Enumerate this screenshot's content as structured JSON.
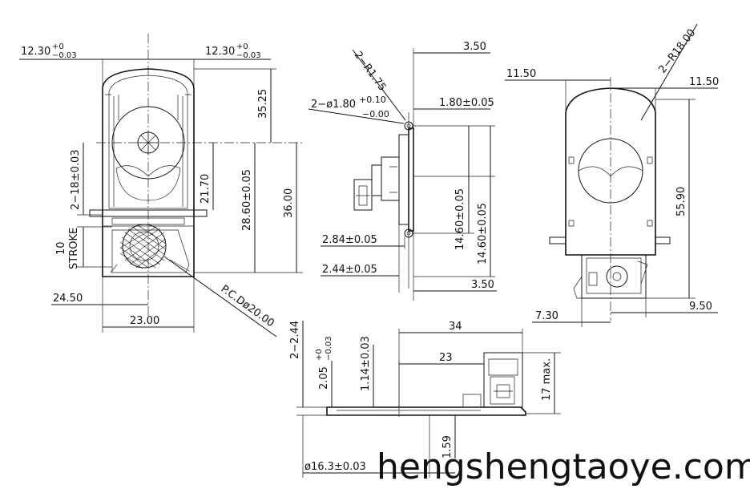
{
  "views": {
    "front": {
      "dims": {
        "top_left": "12.30",
        "top_left_tol_upper": "+0",
        "top_left_tol_lower": "−0.03",
        "top_right": "12.30",
        "top_right_tol_upper": "+0",
        "top_right_tol_lower": "−0.03",
        "h_35_25": "35.25",
        "holes_2_18": "2−18±0.03",
        "h_21_70": "21.70",
        "h_28_60": "28.60±0.05",
        "h_36_00": "36.00",
        "stroke_value": "10",
        "stroke_label": "STROKE",
        "w_24_50": "24.50",
        "w_23_00": "23.00",
        "pcd": "P.C.Dø20.00"
      }
    },
    "side": {
      "dims": {
        "radius_2_r1_75": "2−R1.75",
        "top_3_50": "3.50",
        "hole_2_dia": "2−ø1.80",
        "hole_tol_upper": "+0.10",
        "hole_tol_lower": "−0.00",
        "d_1_80": "1.80±0.05",
        "d_14_60_a": "14.60±0.05",
        "d_14_60_b": "14.60±0.05",
        "d_2_84": "2.84±0.05",
        "d_2_44": "2.44±0.05",
        "bottom_3_50": "3.50"
      }
    },
    "rear": {
      "dims": {
        "radius_2_r18": "2−R18.00",
        "left_11_50": "11.50",
        "right_11_50": "11.50",
        "h_55_90": "55.90",
        "left_7_30": "7.30",
        "right_9_50": "9.50"
      }
    },
    "bottom": {
      "dims": {
        "w_34": "34",
        "w_23": "23",
        "h_2_2_44": "2−2.44",
        "h_2_05": "2.05",
        "h_2_05_tol_upper": "+0",
        "h_2_05_tol_lower": "−0.03",
        "h_1_14": "1.14±0.03",
        "h_17_max": "17 max.",
        "d_1_59": "1.59",
        "dia_16_3": "ø16.3±0.03"
      }
    }
  },
  "watermark": "hengshengtaoye.com"
}
